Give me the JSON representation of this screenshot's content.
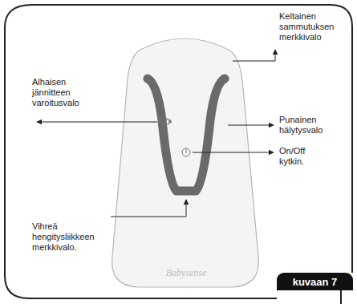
{
  "diagram": {
    "nodes": [
      {
        "text": [
          "kuvaan 7"
        ]
      }
    ],
    "labels": [
      "Keltainen sammutuksen merkkivalo",
      "Alhaisen jännitteen varoitusvalo",
      "Punainen hälytysvalo",
      "On/Off kytkin.",
      "Vihreä hengitysliikkeen merkkivalo.",
      "Babysense"
    ]
  }
}
